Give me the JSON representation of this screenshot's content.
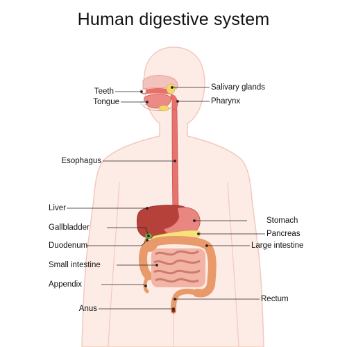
{
  "title": "Human digestive system",
  "labels_left": {
    "teeth": "Teeth",
    "tongue": "Tongue",
    "esophagus": "Esophagus",
    "liver": "Liver",
    "gallbladder": "Gallbladder",
    "duodenum": "Duodenum",
    "small_intestine": "Small intestine",
    "appendix": "Appendix",
    "anus": "Anus"
  },
  "labels_right": {
    "salivary_glands": "Salivary glands",
    "pharynx": "Pharynx",
    "stomach": "Stomach",
    "pancreas": "Pancreas",
    "large_intestine": "Large intestine",
    "rectum": "Rectum"
  },
  "stock_id": "#170246897",
  "colors": {
    "body_fill": "#fdece6",
    "body_outline": "#f2c9bd",
    "liver": "#b5413a",
    "stomach": "#e9867f",
    "pancreas": "#f6e27a",
    "intestine": "#e99a6a",
    "esophagus": "#e6736f",
    "leader_line": "#222222"
  }
}
